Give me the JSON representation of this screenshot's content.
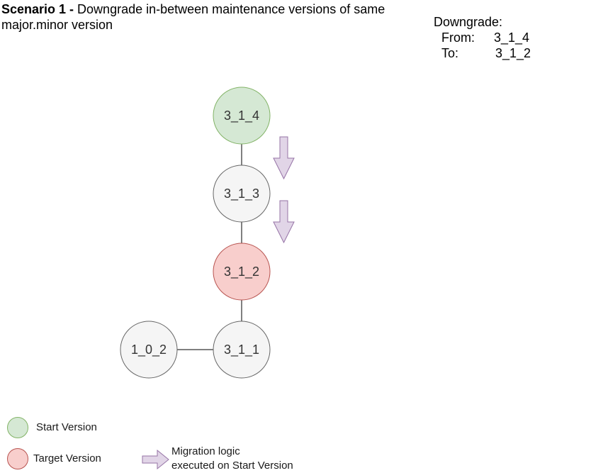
{
  "title": {
    "bold": "Scenario 1 - ",
    "rest": "Downgrade in-between maintenance versions of same major.minor version"
  },
  "info": {
    "heading": "Downgrade:",
    "from_label": "From:",
    "from_value": "3_1_4",
    "to_label": "To:",
    "to_value": "3_1_2"
  },
  "nodes": {
    "n314": "3_1_4",
    "n313": "3_1_3",
    "n312": "3_1_2",
    "n311": "3_1_1",
    "n102": "1_0_2"
  },
  "legend": {
    "start": "Start Version",
    "target": "Target Version",
    "migration_line1": "Migration logic",
    "migration_line2": "executed on Start Version"
  },
  "colors": {
    "start_fill": "#d5e8d4",
    "start_stroke": "#82b366",
    "target_fill": "#f8cecc",
    "target_stroke": "#b85450",
    "neutral_fill": "#f5f5f5",
    "neutral_stroke": "#666666",
    "arrow_fill": "#e1d5e7",
    "arrow_stroke": "#9673a6"
  }
}
